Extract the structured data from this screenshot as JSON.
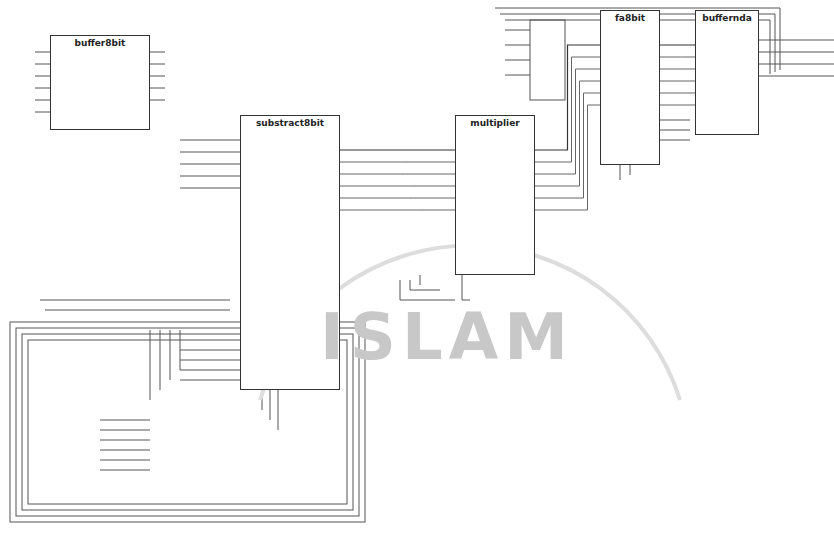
{
  "diagram": {
    "nodes": [
      {
        "text": [
          "buffer8bit"
        ]
      },
      {
        "text": [
          "substract8bit"
        ]
      },
      {
        "text": [
          "multiplier"
        ]
      },
      {
        "text": [
          "fa8bit"
        ]
      },
      {
        "text": [
          "buffernda"
        ]
      }
    ],
    "edges": [
      {
        "from": 1,
        "to": 2,
        "arrow": "none"
      },
      {
        "from": 2,
        "to": 3,
        "arrow": "none"
      },
      {
        "from": 3,
        "to": 4,
        "arrow": "none"
      }
    ],
    "labels": [
      "ISLAM"
    ]
  }
}
